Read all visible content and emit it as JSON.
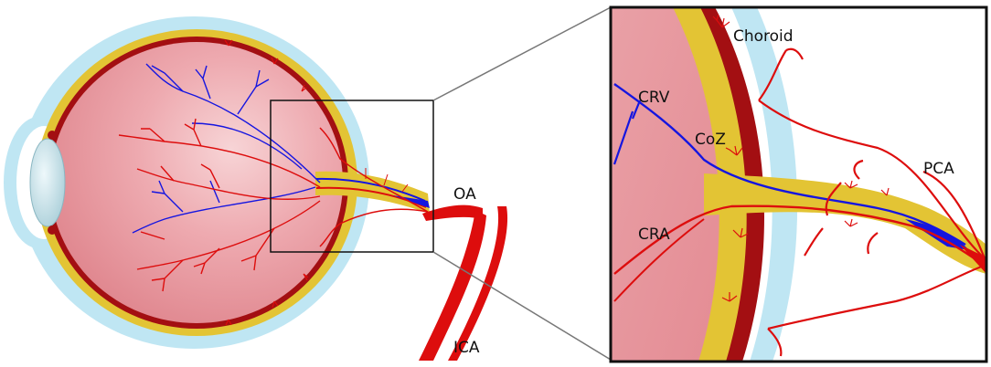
{
  "labels": {
    "oa": "OA",
    "ica": "ICA",
    "choroid": "Choroid",
    "crv": "CRV",
    "coz": "CoZ",
    "pca": "PCA",
    "cra": "CRA"
  },
  "colors": {
    "sclera": "#bfe6f3",
    "retina": "#e99aa0",
    "artery": "#dd0d0d",
    "vein": "#1515e0",
    "choroid_dark": "#a30f12",
    "nerve_sheath": "#e3c434",
    "lens": "#cfe9ef",
    "outline": "#111111",
    "callout_line": "#777777"
  }
}
